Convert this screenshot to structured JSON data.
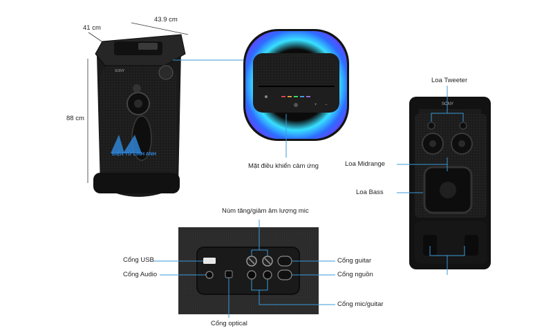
{
  "dimensions": {
    "depth": "41 cm",
    "width": "43.9 cm",
    "height": "88 cm"
  },
  "callouts": {
    "control_panel": "Mặt điều khiển cảm ứng",
    "tweeter": "Loa Tweeter",
    "midrange": "Loa Midrange",
    "bass": "Loa Bass",
    "mic_volume": "Núm tăng/giảm âm lượng mic",
    "usb": "Cổng USB",
    "audio": "Cổng Audio",
    "optical": "Cổng optical",
    "guitar": "Cổng guitar",
    "power": "Cổng nguồn",
    "mic_guitar": "Cổng mic/guitar"
  },
  "branding": {
    "speaker_brand": "SONY",
    "watermark": "ĐIỆN TỬ LINH ANH"
  },
  "colors": {
    "callout_line": "#3a9ad9",
    "speaker_body": "#1b1b1b",
    "led_blue": "#2e6cff",
    "led_cyan": "#38e0ff"
  }
}
